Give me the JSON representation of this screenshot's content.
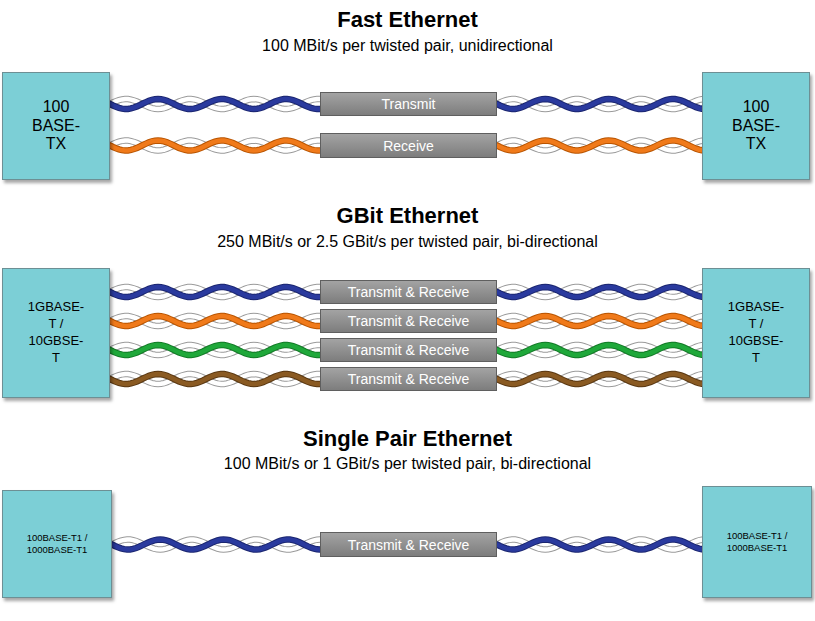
{
  "diagram": {
    "nodes": [
      {
        "text": [
          "100 BASE-TX"
        ]
      },
      {
        "text": [
          "Transmit"
        ]
      },
      {
        "text": [
          "Receive"
        ]
      },
      {
        "text": [
          "100 BASE-TX"
        ]
      },
      {
        "text": [
          "1GBASE-T / 10GBSE-T"
        ]
      },
      {
        "text": [
          "Transmit & Receive"
        ]
      },
      {
        "text": [
          "Transmit & Receive"
        ]
      },
      {
        "text": [
          "Transmit & Receive"
        ]
      },
      {
        "text": [
          "Transmit & Receive"
        ]
      },
      {
        "text": [
          "1GBASE-T / 10GBSE-T"
        ]
      },
      {
        "text": [
          "100BASE-T1 / 1000BASE-T1"
        ]
      },
      {
        "text": [
          "Transmit & Receive"
        ]
      },
      {
        "text": [
          "100BASE-T1 / 1000BASE-T1"
        ]
      }
    ],
    "edges": [
      {
        "from": 0,
        "to": 1,
        "arrow": "none"
      },
      {
        "from": 1,
        "to": 3,
        "arrow": "none"
      },
      {
        "from": 0,
        "to": 2,
        "arrow": "none"
      },
      {
        "from": 2,
        "to": 3,
        "arrow": "none"
      },
      {
        "from": 4,
        "to": 5,
        "arrow": "none"
      },
      {
        "from": 5,
        "to": 9,
        "arrow": "none"
      },
      {
        "from": 4,
        "to": 6,
        "arrow": "none"
      },
      {
        "from": 6,
        "to": 9,
        "arrow": "none"
      },
      {
        "from": 4,
        "to": 7,
        "arrow": "none"
      },
      {
        "from": 7,
        "to": 9,
        "arrow": "none"
      },
      {
        "from": 4,
        "to": 8,
        "arrow": "none"
      },
      {
        "from": 8,
        "to": 9,
        "arrow": "none"
      },
      {
        "from": 10,
        "to": 11,
        "arrow": "none"
      },
      {
        "from": 11,
        "to": 12,
        "arrow": "none"
      }
    ],
    "labels": [
      "Fast Ethernet",
      "100 MBit/s per twisted pair, unidirectional",
      "GBit Ethernet",
      "250 MBit/s or 2.5 GBit/s per twisted pair, bi-directional",
      "Single Pair Ethernet",
      "100 MBit/s or 1 GBit/s per twisted pair, bi-directional"
    ]
  }
}
